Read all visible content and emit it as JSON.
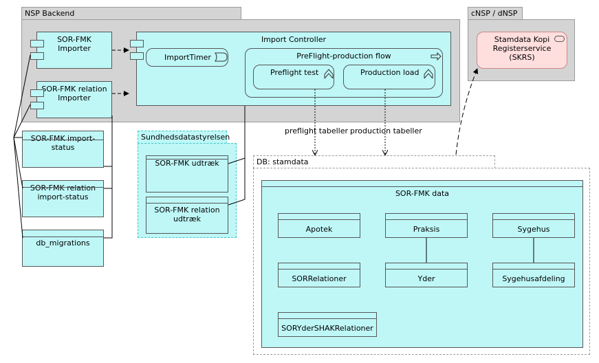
{
  "groups": {
    "nsp_backend": "NSP Backend",
    "cnsp": "cNSP / dNSP",
    "sundheds": "Sundhedsdatastyrelsen",
    "db_stamdata": "DB: stamdata"
  },
  "components": {
    "sor_fmk_importer": "SOR-FMK\nImporter",
    "sor_fmk_relation_importer": "SOR-FMK relation\nImporter",
    "import_controller": "Import Controller",
    "import_timer": "ImportTimer",
    "preflight_flow": "PreFlight-production flow",
    "preflight_test": "Preflight test",
    "production_load": "Production load",
    "stamdata_kopi": "Stamdata Kopi\nRegisterservice\n(SKRS)"
  },
  "stores": {
    "import_status": "SOR-FMK import-\nstatus",
    "relation_import_status": "SOR-FMK relation\nimport-status",
    "db_migrations": "db_migrations",
    "udtraek": "SOR-FMK udtræk",
    "relation_udtraek": "SOR-FMK relation\nudtræk"
  },
  "data": {
    "sor_fmk_data": "SOR-FMK data",
    "apotek": "Apotek",
    "praksis": "Praksis",
    "sygehus": "Sygehus",
    "sorrelationer": "SORRelationer",
    "yder": "Yder",
    "sygehusafdeling": "Sygehusafdeling",
    "soryder": "SORYderSHAKRelationer"
  },
  "edges": {
    "preflight_tabeller": "preflight tabeller",
    "production_tabeller": "production tabeller"
  },
  "colors": {
    "group_gray": "#d4d4d4",
    "app_cyan": "#bff7f7",
    "tech_pink": "#ffdede",
    "group_border": "#9a9a9a"
  }
}
